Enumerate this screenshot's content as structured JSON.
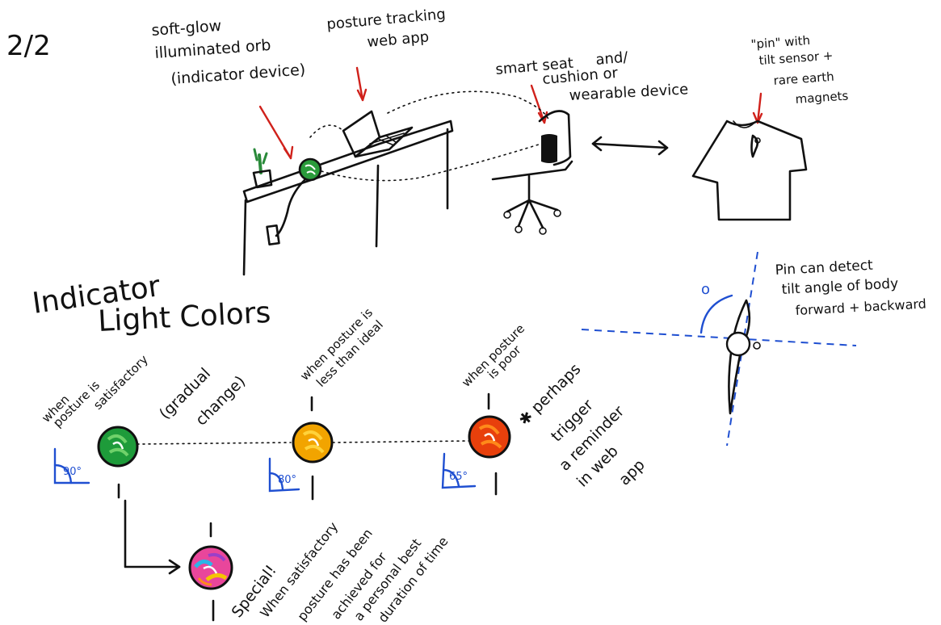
{
  "page_label": "2/2",
  "setup": {
    "orb_label_line1": "soft-glow",
    "orb_label_line2": "illuminated orb",
    "orb_label_line3": "(indicator device)",
    "app_label_line1": "posture tracking",
    "app_label_line2": "web app",
    "seat_label_line1": "smart seat",
    "seat_label_and": "and/",
    "seat_label_line2": "cushion or",
    "seat_label_line3": "wearable device",
    "pin_label_line1": "\"pin\" with",
    "pin_label_line2": "tilt sensor +",
    "pin_label_line3": "rare earth",
    "pin_label_line4": "magnets"
  },
  "section_title_line1": "Indicator",
  "section_title_line2": "Light  Colors",
  "tilt": {
    "label_line1": "Pin can detect",
    "label_line2": "tilt angle of body",
    "label_line3": "forward + backward",
    "degree_mark": "o"
  },
  "states": [
    {
      "caption_line1": "when",
      "caption_line2": "posture is",
      "caption_line3": "satisfactory",
      "angle": "90°",
      "colors": [
        "#1e9b3a",
        "#6fd16a",
        "#ffffff"
      ]
    },
    {
      "caption_line1": "when posture is",
      "caption_line2": "less than ideal",
      "angle": "80°",
      "colors": [
        "#f2a400",
        "#ffd23a",
        "#ffffff"
      ]
    },
    {
      "caption_line1": "when posture",
      "caption_line2": "is poor",
      "angle": "65°",
      "colors": [
        "#e8400c",
        "#ff8a1a",
        "#ffffff"
      ]
    }
  ],
  "transition_label_line1": "(gradual",
  "transition_label_line2": "change)",
  "reminder_note_line1": "✱ perhaps",
  "reminder_note_line2": "trigger",
  "reminder_note_line3": "a reminder",
  "reminder_note_line4": "in web",
  "reminder_note_line5": "app",
  "special": {
    "line1": "Special!",
    "line2": "When satisfactory",
    "line3": "posture has been",
    "line4": "achieved for",
    "line5": "a personal best",
    "line6": "duration of time",
    "colors": [
      "#e9469b",
      "#2bb5e8",
      "#f5c400",
      "#9b3fc9",
      "#ff8a1a"
    ]
  }
}
